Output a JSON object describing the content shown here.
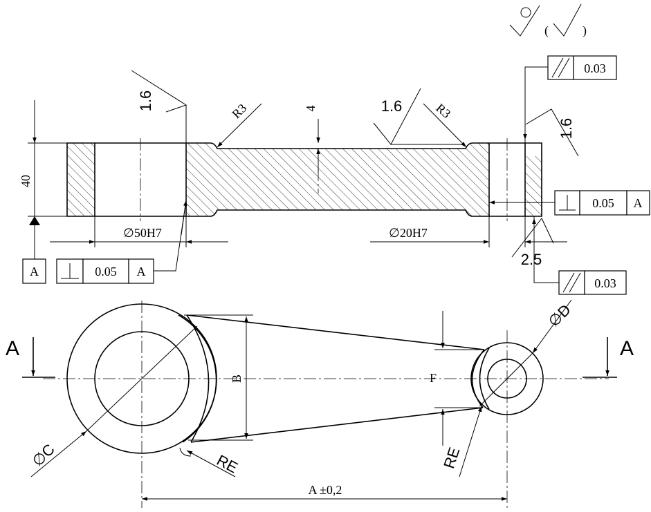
{
  "top_view": {
    "height": "40",
    "big_bore": "∅50H7",
    "small_bore": "∅20H7",
    "left_radius": "R3",
    "right_radius": "R3",
    "depth": "4",
    "rough_left": "1.6",
    "rough_mid": "1.6",
    "rough_right": "1.6",
    "offset": "2.5"
  },
  "datum": {
    "label": "A"
  },
  "tolerances": {
    "perp_left": {
      "value": "0.05",
      "datum": "A"
    },
    "perp_right": {
      "value": "0.05",
      "datum": "A"
    },
    "parallel_top": {
      "value": "0.03"
    },
    "parallel_bottom": {
      "value": "0.03"
    }
  },
  "surface_note": {
    "open": "(",
    "close": ")"
  },
  "plan_view": {
    "big_dia": "∅C",
    "small_dia": "∅D",
    "width": "B",
    "neck": "F",
    "fillet_left": "RE",
    "fillet_right": "RE",
    "center_distance": "A ±0,2",
    "section_left": "A",
    "section_right": "A"
  }
}
